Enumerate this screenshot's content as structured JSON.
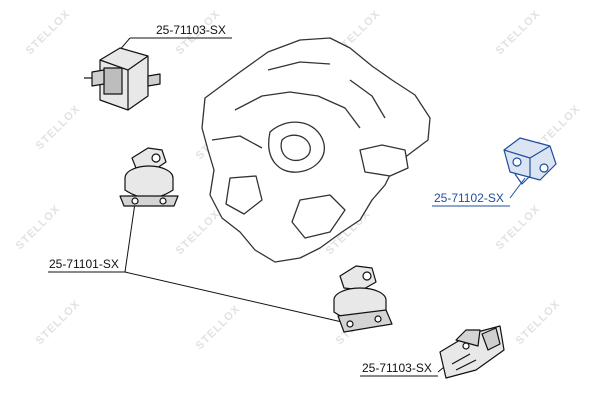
{
  "watermark": {
    "text": "STELLOX"
  },
  "parts": {
    "top_left": {
      "label": "25-71103-SX",
      "color": "#111111"
    },
    "right_mount": {
      "label": "25-71102-SX",
      "color": "#1f4e9e"
    },
    "left_group": {
      "label": "25-71101-SX",
      "color": "#111111"
    },
    "bottom": {
      "label": "25-71103-SX",
      "color": "#111111"
    }
  }
}
